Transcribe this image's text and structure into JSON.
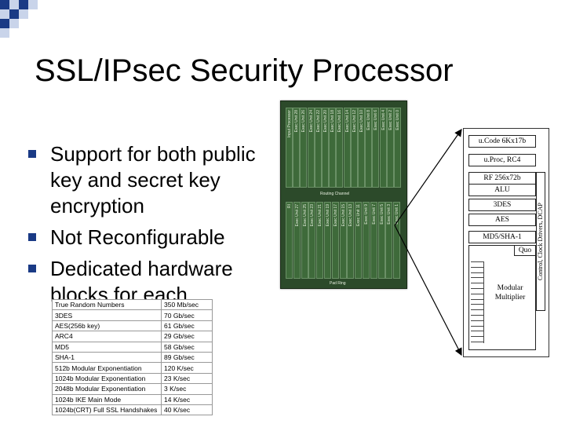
{
  "slide": {
    "title": "SSL/IPsec Security Processor",
    "bullets": [
      "Support for both public key and secret key encryption",
      "Not Reconfigurable",
      "Dedicated hardware blocks for each"
    ]
  },
  "die_photo": {
    "top_labels": [
      "Input Processor",
      "Exec Unit 28",
      "Exec Unit 26",
      "Exec Unit 24",
      "Exec Unit 22",
      "Exec Unit 20",
      "Exec Unit 18",
      "Exec Unit 16",
      "Exec Unit 14",
      "Exec Unit 12",
      "Exec Unit 10",
      "Exec Unit 8",
      "Exec Unit 6",
      "Exec Unit 4",
      "Exec Unit 2",
      "Exec Unit 0"
    ],
    "bottom_labels": [
      "RI",
      "Exec Unit 27",
      "Exec Unit 25",
      "Exec Unit 23",
      "Exec Unit 21",
      "Exec Unit 19",
      "Exec Unit 17",
      "Exec Unit 15",
      "Exec Unit 13",
      "Exec Unit 11",
      "Exec Unit 9",
      "Exec Unit 7",
      "Exec Unit 5",
      "Exec Unit 3",
      "Exec Unit 1"
    ],
    "routing_channel": "Routing Channel",
    "bottom_text": "Pad Ring"
  },
  "performance_table": {
    "rows": [
      [
        "True Random Numbers",
        "350 Mb/sec"
      ],
      [
        "3DES",
        "70 Gb/sec"
      ],
      [
        "AES(256b key)",
        "61 Gb/sec"
      ],
      [
        "ARC4",
        "29 Gb/sec"
      ],
      [
        "MD5",
        "58 Gb/sec"
      ],
      [
        "SHA-1",
        "89 Gb/sec"
      ],
      [
        "512b Modular Exponentiation",
        "120 K/sec"
      ],
      [
        "1024b Modular Exponentiation",
        "23 K/sec"
      ],
      [
        "2048b Modular Exponentiation",
        "3 K/sec"
      ],
      [
        "1024b IKE Main Mode",
        "14 K/sec"
      ],
      [
        "1024b(CRT) Full SSL Handshakes",
        "40 K/sec"
      ]
    ]
  },
  "block_diagram": {
    "ucode": "u.Code 6Kx17b",
    "uproc": "u.Proc, RC4",
    "rf": "RF 256x72b",
    "alu": "ALU",
    "des": "3DES",
    "aes": "AES",
    "md5": "MD5/SHA-1",
    "quo": "Quo",
    "modmul": "Modular Multiplier",
    "control": "Control, Clock Drivers, DCAP"
  }
}
